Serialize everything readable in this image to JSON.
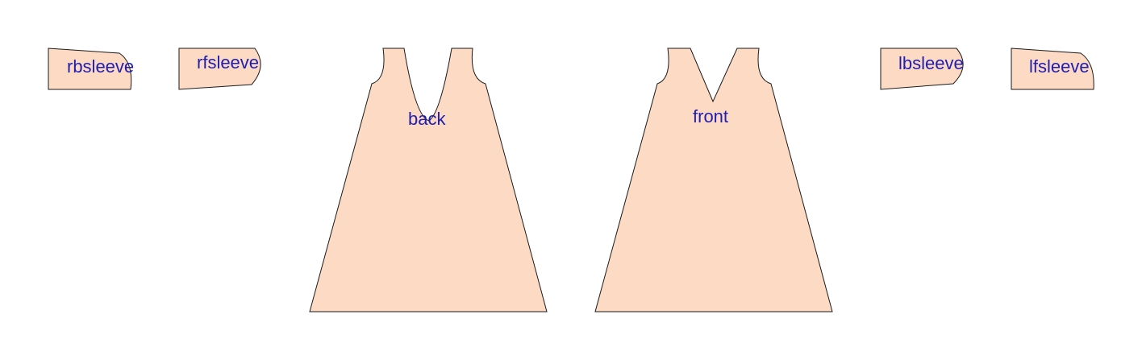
{
  "colors": {
    "piece_fill": "#FDDAC4",
    "outline": "#1a1a1a",
    "label": "#1F1FB0"
  },
  "pieces": [
    {
      "id": "rbsleeve",
      "label": "rbsleeve"
    },
    {
      "id": "rfsleeve",
      "label": "rfsleeve"
    },
    {
      "id": "back",
      "label": "back"
    },
    {
      "id": "front",
      "label": "front"
    },
    {
      "id": "lbsleeve",
      "label": "lbsleeve"
    },
    {
      "id": "lfsleeve",
      "label": "lfsleeve"
    }
  ]
}
